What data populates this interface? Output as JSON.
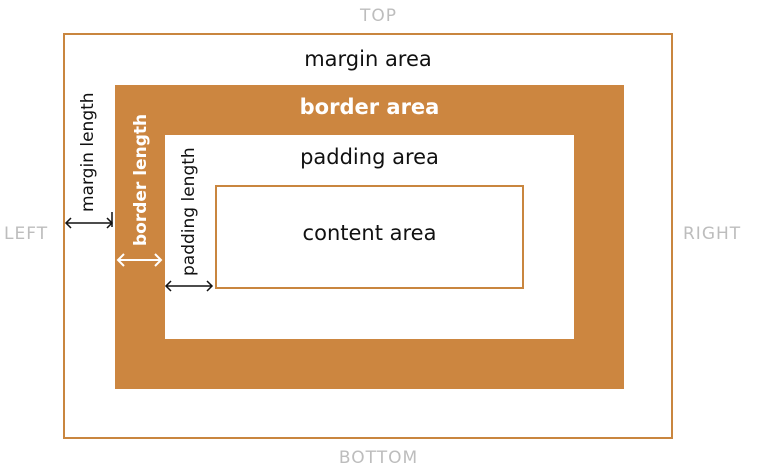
{
  "sides": {
    "top": "TOP",
    "bottom": "BOTTOM",
    "left": "LEFT",
    "right": "RIGHT"
  },
  "areas": {
    "margin": "margin area",
    "border": "border area",
    "padding": "padding area",
    "content": "content area"
  },
  "lengths": {
    "margin": "margin length",
    "border": "border length",
    "padding": "padding length"
  },
  "colors": {
    "border_fill": "#cc8640",
    "outline": "#c9863f",
    "side_label": "#bdbdbd"
  },
  "icons": {
    "margin_arrow": "double-headed-arrow",
    "border_arrow": "double-headed-arrow",
    "padding_arrow": "double-headed-arrow"
  }
}
